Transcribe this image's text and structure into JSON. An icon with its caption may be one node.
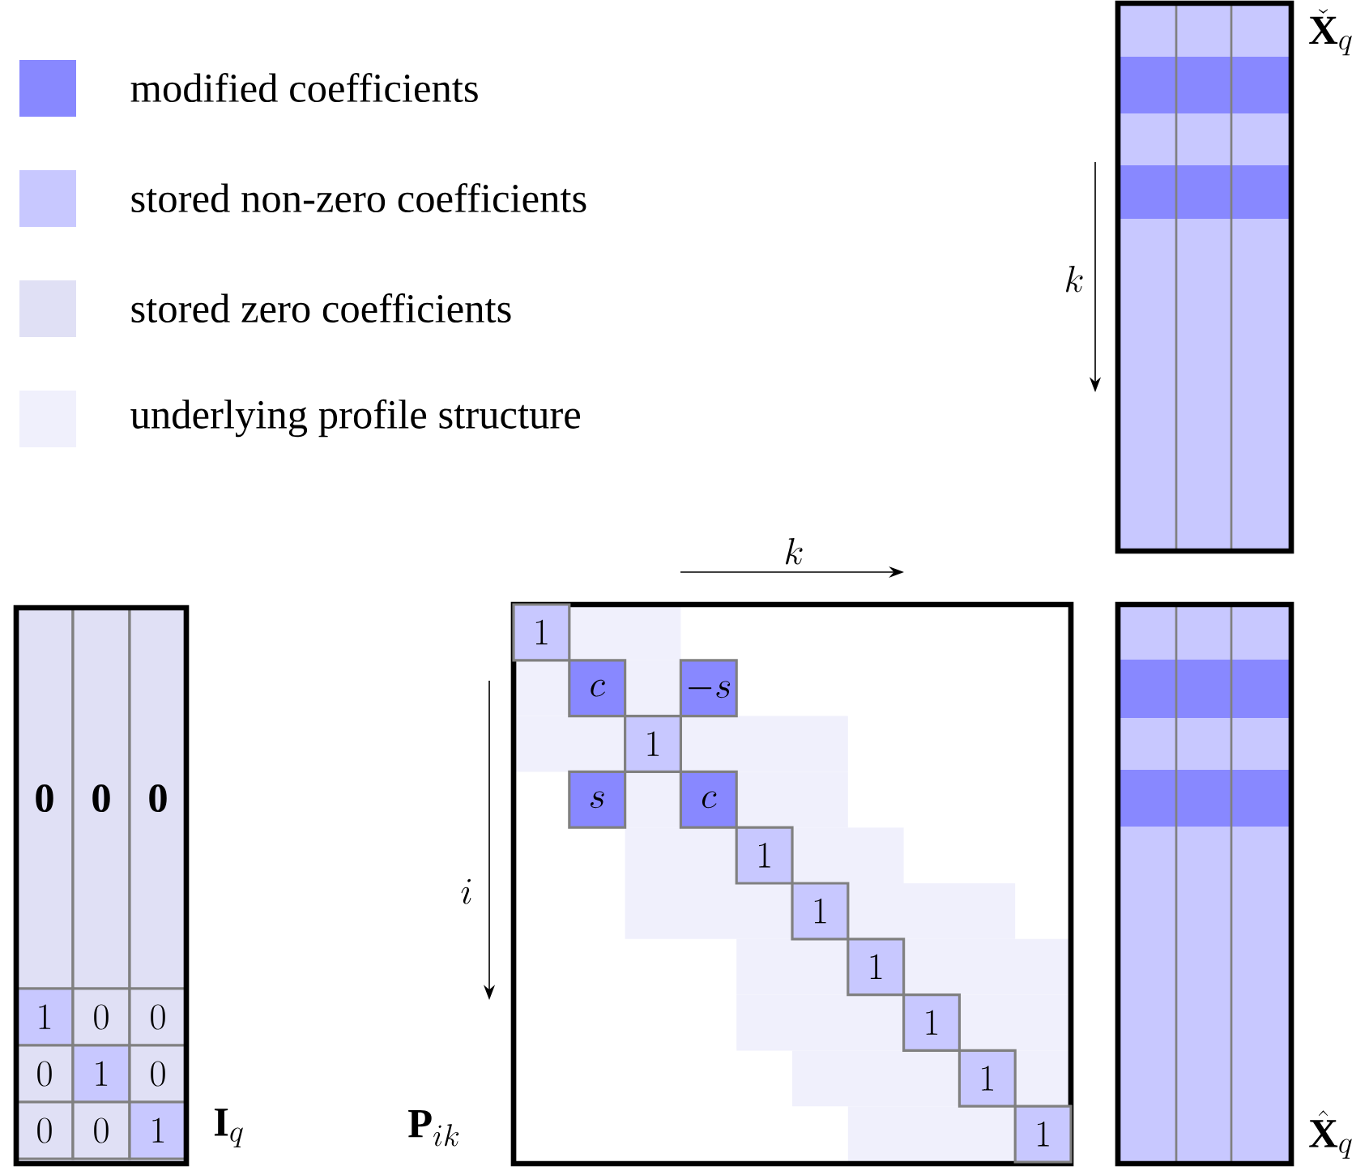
{
  "diagram": {
    "labels": [
      "\\check{\\mathbf{X}}_q",
      "k",
      "k",
      "1",
      "c",
      "-s",
      "1",
      "s",
      "c",
      "1",
      "1",
      "1",
      "1",
      "1",
      "1",
      "\\mathbf{0}",
      "\\mathbf{0}",
      "\\mathbf{0}",
      "i",
      "1",
      "0",
      "0",
      "0",
      "1",
      "0",
      "0",
      "0",
      "1",
      "\\mathbf{I}_q",
      "\\mathbf{P}_{ik}",
      "\\hat{\\mathbf{X}}_q"
    ],
    "legend": [
      {
        "text": "modified coefficients",
        "color": "#8888ff"
      },
      {
        "text": "stored non-zero coefficients",
        "color": "#c8c8ff"
      },
      {
        "text": "stored zero coefficients",
        "color": "#e0e0f5"
      },
      {
        "text": "underlying profile structure",
        "color": "#f0f0fc"
      }
    ]
  }
}
